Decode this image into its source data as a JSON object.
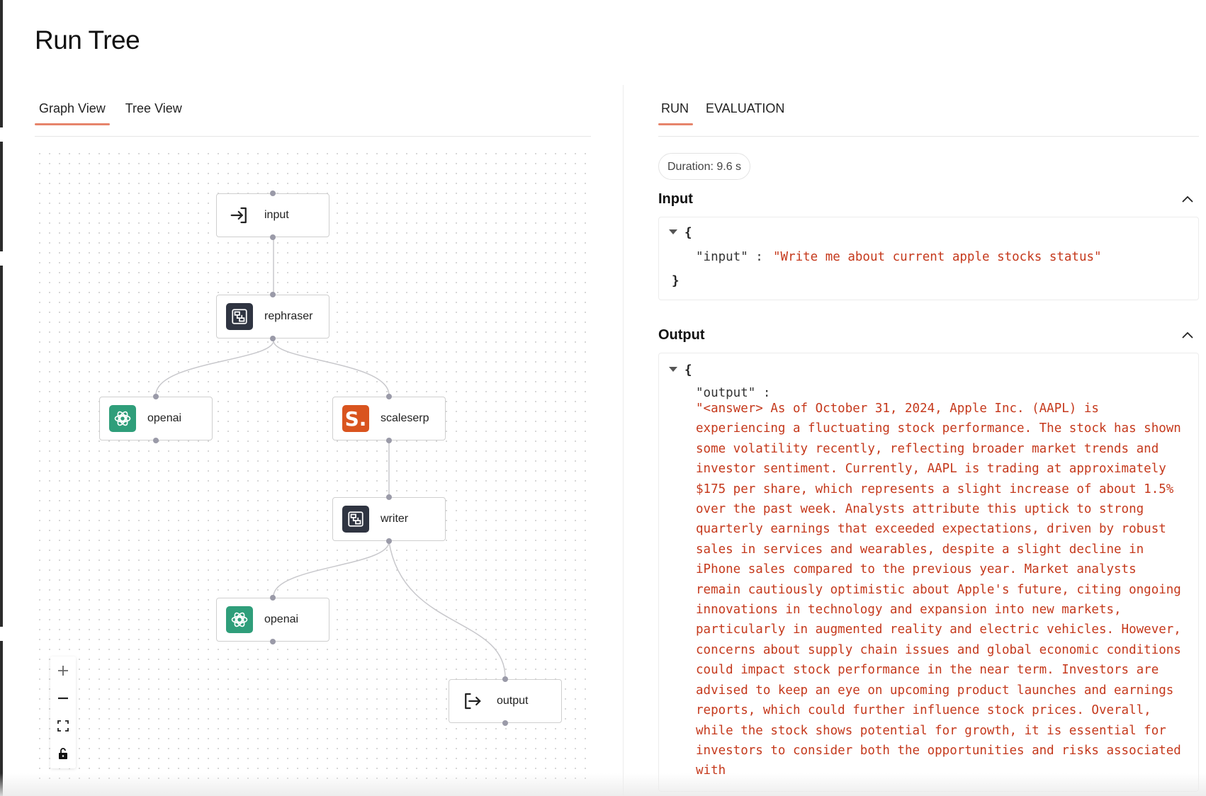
{
  "page": {
    "title": "Run Tree"
  },
  "left_tabs": [
    {
      "label": "Graph View",
      "active": true
    },
    {
      "label": "Tree View",
      "active": false
    }
  ],
  "graph": {
    "nodes": [
      {
        "id": "input",
        "label": "input",
        "icon": "input-arrow-icon"
      },
      {
        "id": "rephraser",
        "label": "rephraser",
        "icon": "chain-icon"
      },
      {
        "id": "openai1",
        "label": "openai",
        "icon": "openai-logo-icon"
      },
      {
        "id": "scaleserp",
        "label": "scaleserp",
        "icon": "scaleserp-logo-icon",
        "logo_text": "S."
      },
      {
        "id": "writer",
        "label": "writer",
        "icon": "chain-icon"
      },
      {
        "id": "openai2",
        "label": "openai",
        "icon": "openai-logo-icon"
      },
      {
        "id": "output",
        "label": "output",
        "icon": "output-arrow-icon"
      }
    ],
    "controls": [
      "zoom-in-icon",
      "zoom-out-icon",
      "fit-view-icon",
      "lock-icon"
    ]
  },
  "right_tabs": [
    {
      "label": "RUN",
      "active": true
    },
    {
      "label": "EVALUATION",
      "active": false
    }
  ],
  "run": {
    "duration": "Duration: 9.6 s",
    "input_section": {
      "title": "Input",
      "open_brace": "{",
      "close_brace": "}",
      "key": "\"input\" :",
      "value": "\"Write me about current apple stocks status\""
    },
    "output_section": {
      "title": "Output",
      "open_brace": "{",
      "key": "\"output\" :",
      "value": "\"<answer> As of October 31, 2024, Apple Inc. (AAPL) is experiencing a fluctuating stock performance. The stock has shown some volatility recently, reflecting broader market trends and investor sentiment. Currently, AAPL is trading at approximately $175 per share, which represents a slight increase of about 1.5% over the past week. Analysts attribute this uptick to strong quarterly earnings that exceeded expectations, driven by robust sales in services and wearables, despite a slight decline in iPhone sales compared to the previous year. Market analysts remain cautiously optimistic about Apple's future, citing ongoing innovations in technology and expansion into new markets, particularly in augmented reality and electric vehicles. However, concerns about supply chain issues and global economic conditions could impact stock performance in the near term. Investors are advised to keep an eye on upcoming product launches and earnings reports, which could further influence stock prices. Overall, while the stock shows potential for growth, it is essential for investors to consider both the opportunities and risks associated with"
    }
  },
  "colors": {
    "accent": "#e6846b",
    "string": "#c5391c",
    "openai": "#2f9e7a",
    "scaleserp": "#d9541f",
    "chain": "#2f3441"
  }
}
